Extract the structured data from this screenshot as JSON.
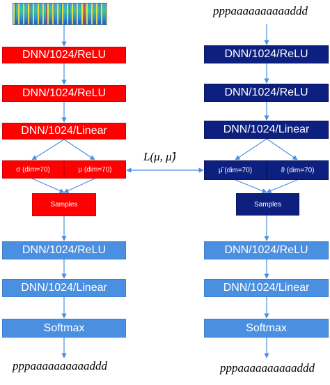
{
  "left": {
    "layers": [
      "DNN/1024/ReLU",
      "DNN/1024/ReLU",
      "DNN/1024/Linear"
    ],
    "sigma": "σ (dim=70)",
    "mu": "μ (dim=70)",
    "samples": "Samples",
    "decoder": [
      "DNN/1024/ReLU",
      "DNN/1024/Linear",
      "Softmax"
    ],
    "output": "pppaaaaaaaaaaddd"
  },
  "right": {
    "input": "pppaaaaaaaaaaddd",
    "layers": [
      "DNN/1024/ReLU",
      "DNN/1024/ReLU",
      "DNN/1024/Linear"
    ],
    "mu_hat": "μ̂ (dim=70)",
    "theta": "ϑ (dim=70)",
    "samples": "Samples",
    "decoder": [
      "DNN/1024/ReLU",
      "DNN/1024/Linear",
      "Softmax"
    ],
    "output": "pppaaaaaaaaaaddd"
  },
  "loss_label": "L(μ, μ̂)",
  "colors": {
    "encoder_left": "#ff0000",
    "encoder_right": "#0d2080",
    "decoder": "#4a8fe0",
    "arrow": "#4a8fe0"
  }
}
